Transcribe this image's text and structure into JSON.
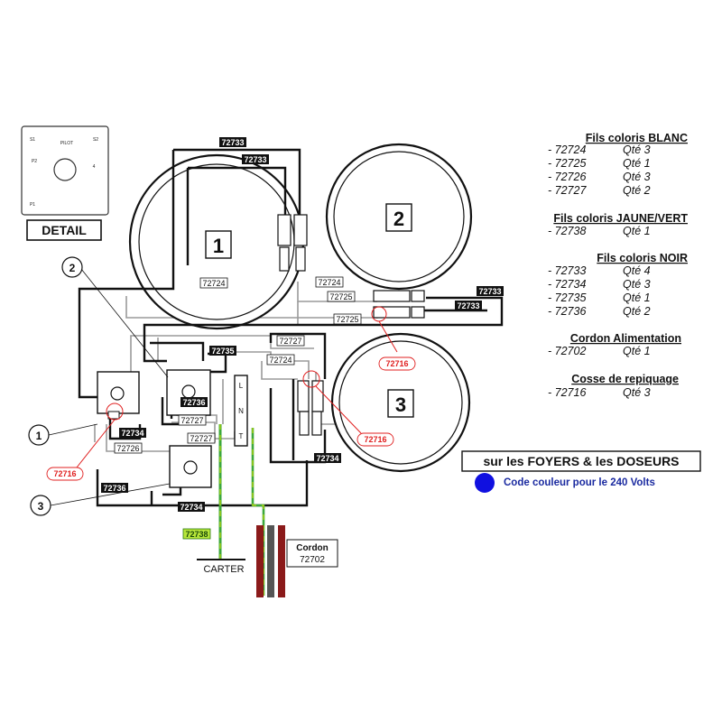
{
  "detail": {
    "label": "DETAIL",
    "terminals": [
      "S2",
      "PILOT",
      "S1",
      "P2",
      "4",
      "P1"
    ]
  },
  "hobs": [
    {
      "number": "1"
    },
    {
      "number": "2"
    },
    {
      "number": "3"
    }
  ],
  "callouts": [
    "1",
    "2",
    "3"
  ],
  "wire_labels": {
    "noir": [
      "72733",
      "72733",
      "72735",
      "72734",
      "72736",
      "72734",
      "72734",
      "72733",
      "72733",
      "72736"
    ],
    "blanc": [
      "72724",
      "72724",
      "72725",
      "72725",
      "72727",
      "72724",
      "72727",
      "72727",
      "72726"
    ],
    "cosse": [
      "72716",
      "72716",
      "72716"
    ],
    "jaune_vert": [
      "72738"
    ]
  },
  "terminal_block": {
    "letters": [
      "L",
      "N",
      "T"
    ]
  },
  "carter": "CARTER",
  "cordon": {
    "title": "Cordon",
    "ref": "72702"
  },
  "legend": {
    "sections": [
      {
        "title": "Fils coloris BLANC",
        "items": [
          {
            "ref": "- 72724",
            "qty": "Qté 3"
          },
          {
            "ref": "- 72725",
            "qty": "Qté 1"
          },
          {
            "ref": "- 72726",
            "qty": "Qté 3"
          },
          {
            "ref": "- 72727",
            "qty": "Qté 2"
          }
        ]
      },
      {
        "title": "Fils coloris  JAUNE/VERT",
        "items": [
          {
            "ref": "- 72738",
            "qty": "Qté 1"
          }
        ]
      },
      {
        "title": "Fils coloris NOIR",
        "items": [
          {
            "ref": "- 72733",
            "qty": "Qté 4"
          },
          {
            "ref": "- 72734",
            "qty": "Qté 3"
          },
          {
            "ref": "- 72735",
            "qty": "Qté 1"
          },
          {
            "ref": "- 72736",
            "qty": "Qté 2"
          }
        ]
      },
      {
        "title": "Cordon Alimentation",
        "items": [
          {
            "ref": "- 72702",
            "qty": "Qté 1"
          }
        ]
      },
      {
        "title": "Cosse de repiquage",
        "items": [
          {
            "ref": "- 72716",
            "qty": "Qté 3"
          }
        ]
      }
    ]
  },
  "banner": {
    "text": "sur les FOYERS & les DOSEURS"
  },
  "color_code": {
    "text": "Code couleur pour le 240 Volts",
    "color": "#1010e0"
  }
}
